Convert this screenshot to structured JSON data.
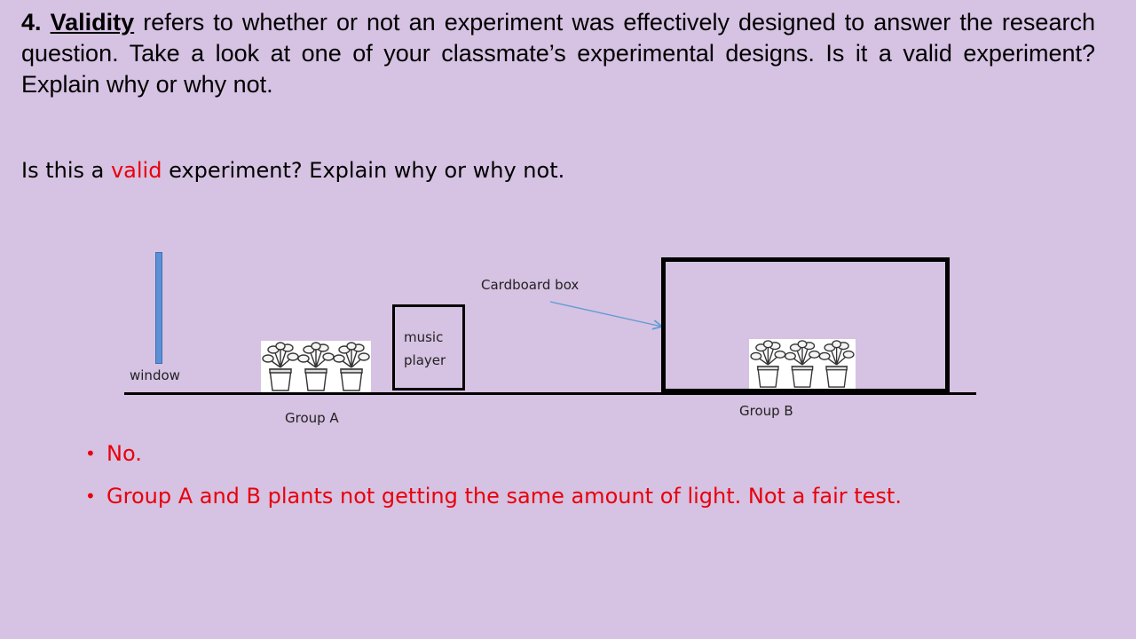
{
  "heading": {
    "number": "4.",
    "term": "Validity",
    "text": "refers to whether or not an experiment was effectively designed to answer the research question.  Take a look at one of your classmate’s experimental designs.  Is it a valid experiment?  Explain why or why not."
  },
  "question": {
    "before": "Is this a ",
    "highlight": "valid",
    "after": " experiment? Explain why or why not."
  },
  "diagram": {
    "window_label": "window",
    "music_player_line1": "music",
    "music_player_line2": "player",
    "cardboard_box_label": "Cardboard box",
    "group_a_label": "Group A",
    "group_b_label": "Group B",
    "arrow_color": "#5b9bd5"
  },
  "answers": [
    "No.",
    "Group A and B plants not getting the same amount of light.  Not a fair test."
  ]
}
